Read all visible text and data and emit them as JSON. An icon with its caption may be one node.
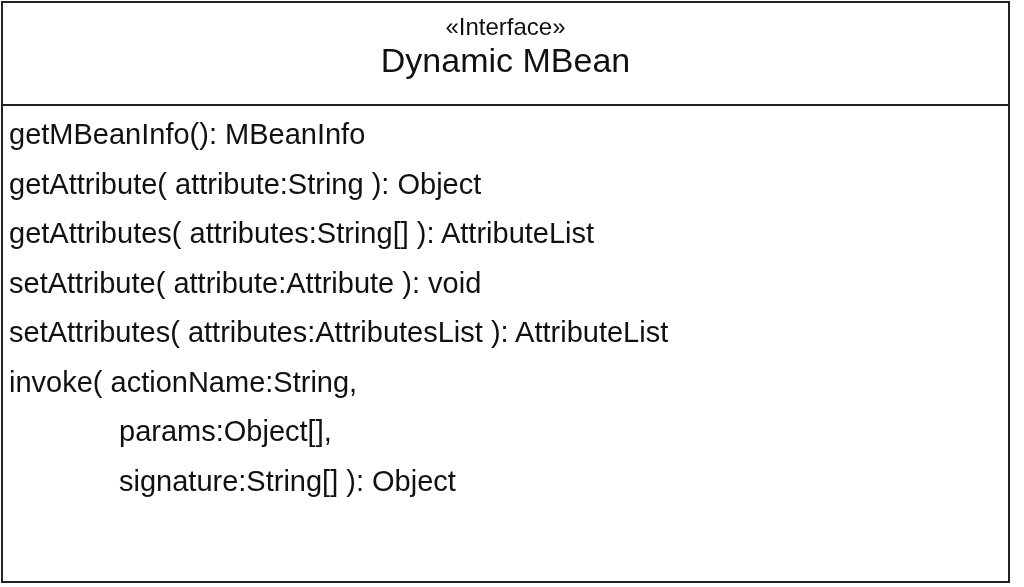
{
  "diagram": {
    "nodes": [
      {
        "text": [
          "«Interface»",
          "Dynamic MBean"
        ]
      },
      {
        "text": [
          "getMBeanInfo(): MBeanInfo",
          "getAttribute( attribute:String ): Object",
          "getAttributes( attributes:String[] ): AttributeList",
          "setAttribute( attribute:Attribute ): void",
          "setAttributes( attributes:AttributesList ): AttributeList",
          "invoke( actionName:String, params:Object[], signature:String[] ): Object"
        ],
        "in": 0
      }
    ]
  }
}
